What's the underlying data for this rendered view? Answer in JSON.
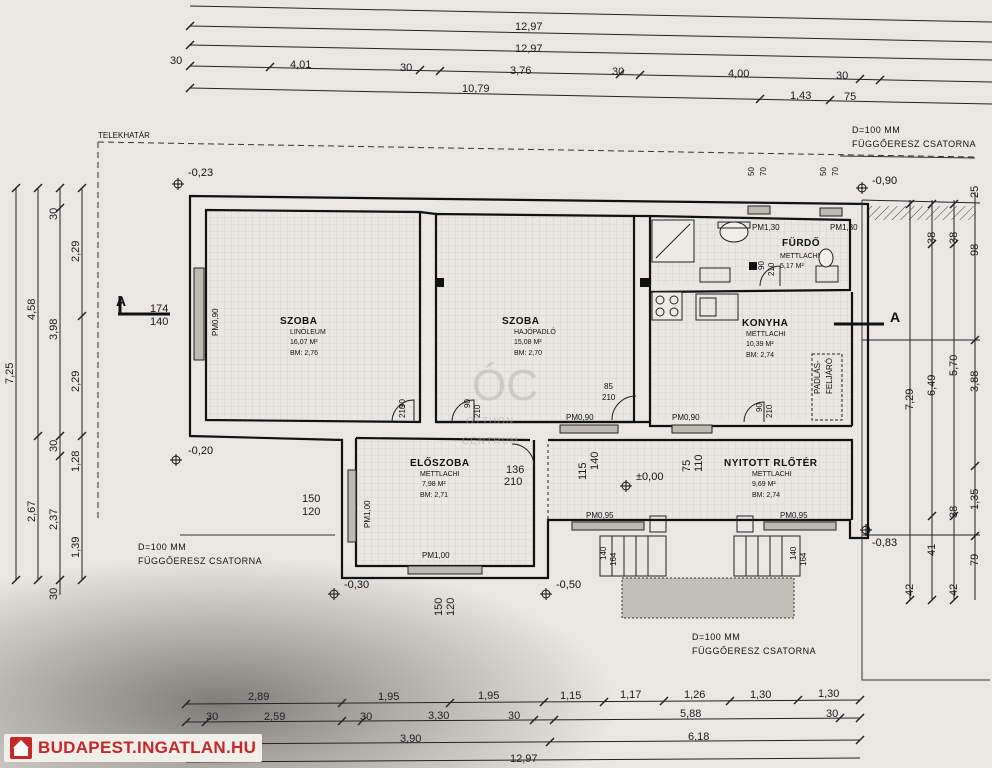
{
  "dims_top": {
    "row1": "12,97",
    "row2": "12,97",
    "row3": [
      "30",
      "4,01",
      "30",
      "3,76",
      "30",
      "4,00",
      "30"
    ],
    "row4": [
      "10,79",
      "1,43",
      "75"
    ]
  },
  "dims_bottom": {
    "row1": [
      "2,89",
      "1,95",
      "1,95",
      "1,15",
      "1,17",
      "1,26",
      "1,30",
      "1,30"
    ],
    "row2": [
      "30",
      "2,59",
      "30",
      "3,30",
      "30",
      "5,88",
      "30"
    ],
    "row3": [
      "3,90",
      "6,18"
    ],
    "row4": "12,97"
  },
  "dims_left": [
    "7,25",
    "4,58",
    "30",
    "3,98",
    "2,29",
    "2,29",
    "30",
    "1,28",
    "2,67",
    "2,37",
    "1,39",
    "30"
  ],
  "dims_right": [
    "25",
    "38",
    "38",
    "98",
    "7,29",
    "6,49",
    "5,70",
    "3,88",
    "1,35",
    "38",
    "41",
    "42",
    "42",
    "79"
  ],
  "labels": {
    "telekhatar": "TELEKHATÁR",
    "section_a": "A",
    "drain_top_1": "D=100 MM",
    "drain_top_2": "FÜGGŐERESZ CSATORNA",
    "drain_left_1": "D=100 MM",
    "drain_left_2": "FÜGGŐERESZ CSATORNA",
    "drain_bottom_1": "D=100 MM",
    "drain_bottom_2": "FÜGGŐERESZ CSATORNA",
    "padlas_1": "PADLÁS-",
    "padlas_2": "FELJÁRÓ",
    "watermark_1": "OTTHON",
    "watermark_2": "CENTRUM",
    "watermark_logo": "ÓC"
  },
  "levels": {
    "l1": "-0,23",
    "l2": "-0,90",
    "l3": "-0,20",
    "l4": "±0,00",
    "l5": "-0,30",
    "l6": "-0,50",
    "l7": "-0,83"
  },
  "rooms": [
    {
      "name": "SZOBA",
      "floor": "LINÓLEUM",
      "area": "16,07 M²",
      "height": "BM: 2,76"
    },
    {
      "name": "SZOBA",
      "floor": "HAJÓPADLÓ",
      "area": "15,08 M²",
      "height": "BM: 2,70"
    },
    {
      "name": "FÜRDŐ",
      "floor": "METTLACHI",
      "area": "5,17 M²",
      "height": ""
    },
    {
      "name": "KONYHA",
      "floor": "METTLACHI",
      "area": "10,39 M²",
      "height": "BM: 2,74"
    },
    {
      "name": "ELŐSZOBA",
      "floor": "METTLACHI",
      "area": "7,98 M²",
      "height": "BM: 2,71"
    },
    {
      "name": "NYITOTT RLŐTÉR",
      "floor": "METTLACHI",
      "area": "9,69 M²",
      "height": "BM: 2,74"
    }
  ],
  "openings": {
    "w_left_pm": "PM0,90",
    "w_left_174": "174",
    "w_left_140": "140",
    "bath_pm": "PM1,30",
    "bath_pm2": "PM1,30",
    "d1_90": "90",
    "d1_210": "210",
    "d2_90": "90",
    "d2_210": "210",
    "d3_85": "85",
    "d3_210": "210",
    "d4_90": "90",
    "d4_210": "210",
    "d5_90": "90",
    "d5_210": "210",
    "pm090_1": "PM0,90",
    "pm090_2": "PM0,90",
    "d6_136": "136",
    "d6_210": "210",
    "v115": "115",
    "v140": "140",
    "v75": "75",
    "v110": "110",
    "w_150": "150",
    "w_120": "120",
    "w_pm100_v": "PM1,00",
    "w_pm100_h": "PM1,00",
    "w_150b": "150",
    "w_120b": "120",
    "pm095_1": "PM0,95",
    "pm095_2": "PM0,95",
    "s140": "140",
    "s164": "164",
    "s140b": "140",
    "s164b": "164",
    "top_50a": "50",
    "top_70a": "70",
    "top_50b": "50",
    "top_70b": "70"
  },
  "badge": {
    "text": "BUDAPEST.INGATLAN.HU"
  }
}
